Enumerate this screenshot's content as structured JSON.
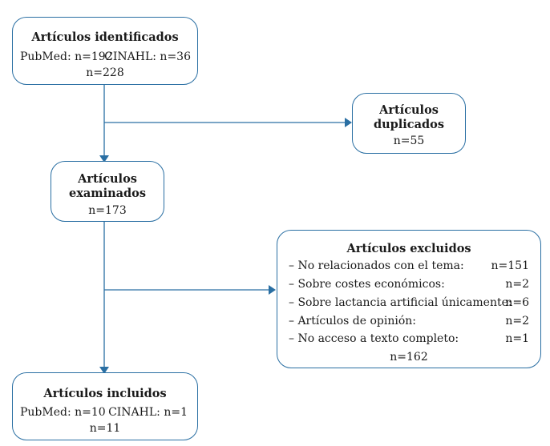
{
  "identified": {
    "title": "Artículos identificados",
    "pubmed": "PubMed: n=192",
    "cinahl": "CINAHL: n=36",
    "total": "n=228"
  },
  "duplicates": {
    "title_line1": "Artículos",
    "title_line2": "duplicados",
    "total": "n=55"
  },
  "examined": {
    "title_line1": "Artículos",
    "title_line2": "examinados",
    "total": "n=173"
  },
  "excluded": {
    "title": "Artículos excluidos",
    "items": [
      {
        "label": "–  No relacionados con el tema:",
        "value": "n=151"
      },
      {
        "label": "–  Sobre costes económicos:",
        "value": "n=2"
      },
      {
        "label": "–  Sobre lactancia artificial únicamente:",
        "value": "n=6"
      },
      {
        "label": "–  Artículos de opinión:",
        "value": "n=2"
      },
      {
        "label": "–  No acceso a texto completo:",
        "value": "n=1"
      }
    ],
    "total": "n=162"
  },
  "included": {
    "title": "Artículos incluidos",
    "pubmed": "PubMed: n=10",
    "cinahl": "CINAHL: n=1",
    "total": "n=11"
  },
  "colors": {
    "line": "#2a6fa3",
    "text": "#1a1a1a"
  }
}
